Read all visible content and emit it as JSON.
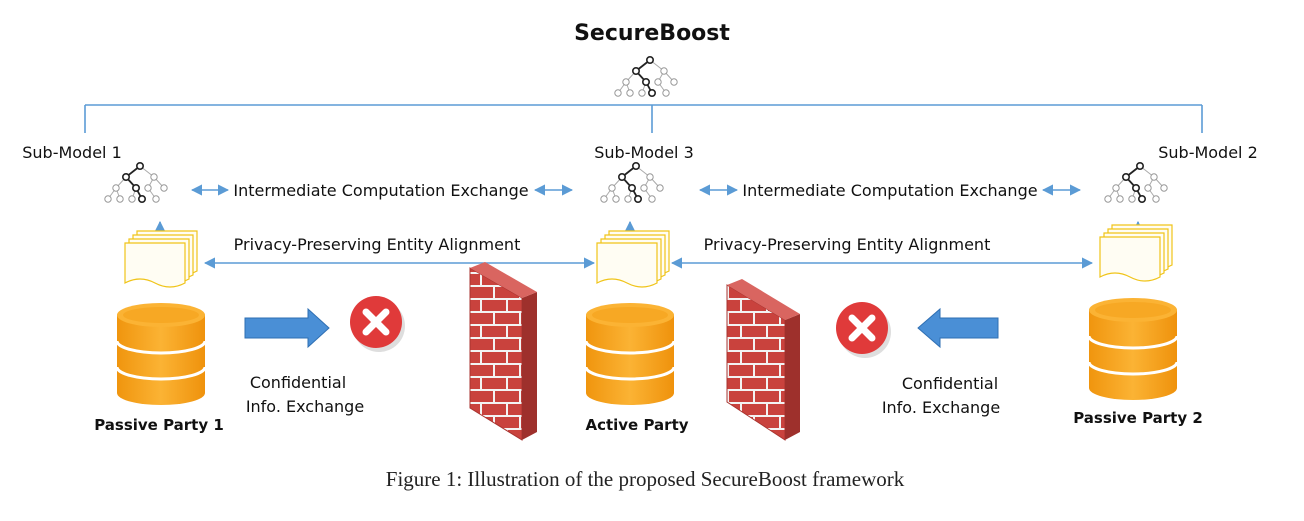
{
  "title": "SecureBoost",
  "sub_models": {
    "left": "Sub-Model 1",
    "center": "Sub-Model 3",
    "right": "Sub-Model 2"
  },
  "exchange": {
    "left": "Intermediate Computation Exchange",
    "right": "Intermediate Computation Exchange"
  },
  "alignment": {
    "left": "Privacy-Preserving Entity Alignment",
    "right": "Privacy-Preserving Entity Alignment"
  },
  "confidential": {
    "left_line1": "Confidential",
    "left_line2": "Info. Exchange",
    "right_line1": "Confidential",
    "right_line2": "Info. Exchange"
  },
  "parties": {
    "left": "Passive Party 1",
    "center": "Active Party",
    "right": "Passive Party 2"
  },
  "caption": "Figure 1: Illustration of the proposed SecureBoost framework",
  "colors": {
    "line_blue": "#5b9bd5",
    "arrow_blue": "#4a8fd6",
    "database_orange": "#f5a21b",
    "document_yellow": "#f0c419",
    "blocked_red": "#e03a3a",
    "brick_red": "#c9423d"
  },
  "icons": [
    "tree-icon",
    "document-stack-icon",
    "database-icon",
    "blocked-icon",
    "firewall-icon",
    "arrow-icon"
  ]
}
